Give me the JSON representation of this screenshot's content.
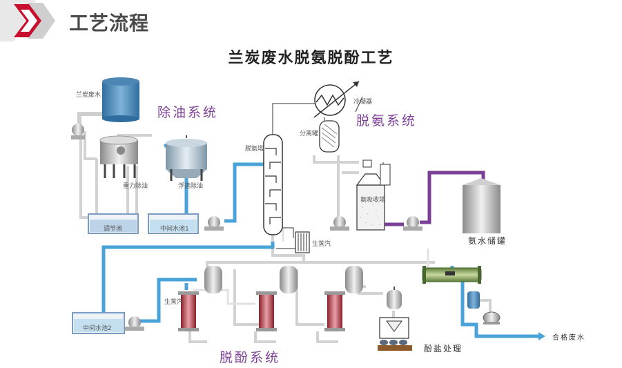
{
  "header": {
    "title": "工艺流程"
  },
  "diagram": {
    "title": "兰炭废水脱氨脱酚工艺",
    "systems": {
      "oil_removal": "除油系统",
      "ammonia_removal": "脱氨系统",
      "phenol_removal": "脱酚系统"
    },
    "labels": {
      "raw_wastewater": "兰炭废水",
      "gravity_oil_removal": "重力除油",
      "air_flotation": "浮选除油",
      "sump": "调节池",
      "intermediate_pool_1": "中间水池1",
      "intermediate_pool_2": "中间水池2",
      "stripping_tower": "脱氨塔",
      "condenser": "冷凝器",
      "separator": "分离罐",
      "absorption_tower": "氨吸收塔",
      "steam_1": "生蒸汽",
      "steam_2": "生蒸汽",
      "ammonia_tank": "氨水储罐",
      "phenol_salt": "酚盐处理",
      "qualified_water": "合格废水"
    },
    "colors": {
      "water_pipe": "#4aa3d8",
      "ammonia_pipe": "#7b3f98",
      "system_label": "#7d3f98",
      "header_red": "#c8102e"
    }
  }
}
